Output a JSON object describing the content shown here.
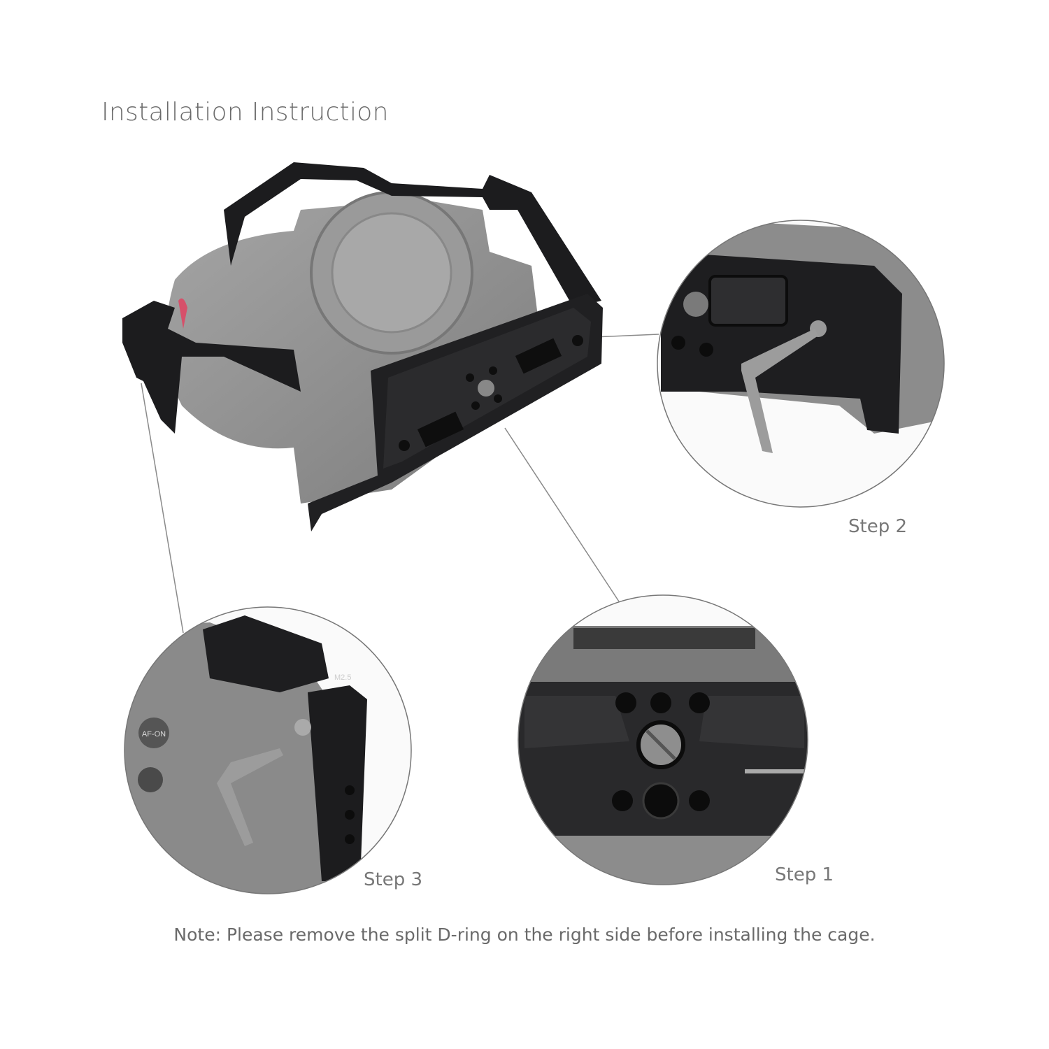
{
  "title": "Installation Instruction",
  "steps": [
    {
      "label": "Step 1"
    },
    {
      "label": "Step 2"
    },
    {
      "label": "Step 3"
    }
  ],
  "note": "Note: Please remove the split D-ring on the right side before installing the cage.",
  "product_markings": {
    "button": "AF-ON",
    "screw": "M2.5"
  },
  "colors": {
    "cage": "#1c1c1e",
    "camera": "#8e8e8e",
    "text": "#6b6b6b",
    "accent": "#d6506a"
  }
}
